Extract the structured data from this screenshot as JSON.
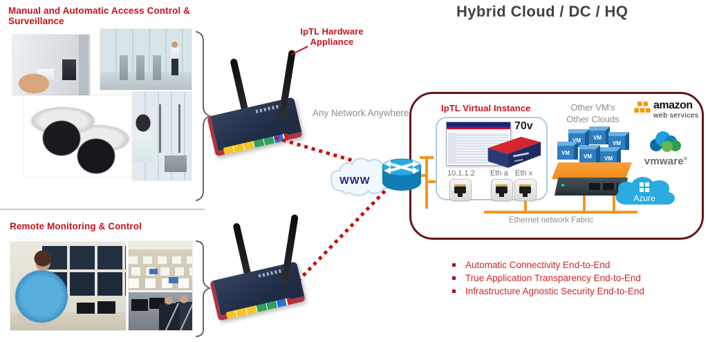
{
  "page_title": "Hybrid Cloud / DC / HQ",
  "left_top": {
    "heading": "Manual and Automatic Access Control & Surveillance"
  },
  "left_bottom": {
    "heading": "Remote Monitoring & Control"
  },
  "appliance": {
    "label": "IpTL Hardware Appliance"
  },
  "network": {
    "any_network": "Any Network Anywhere",
    "www": "WWW"
  },
  "cloud_box": {
    "virtual_instance": "IpTL Virtual Instance",
    "model": "70v",
    "ip": "10.1.1.2",
    "eth_a": "Eth a",
    "eth_x": "Eth x",
    "other_vms": "Other VM's",
    "other_clouds": "Other Clouds",
    "vm_label": "VM",
    "fabric": "Ethernet network Fabric"
  },
  "logos": {
    "amazon": "amazon",
    "aws_sub": "web services",
    "vmware": "vmware",
    "vmware_reg": "®",
    "azure": "Azure"
  },
  "bullets": [
    "Automatic Connectivity End-to-End",
    "True Application Transparency End-to-End",
    "Infrastructure Agnostic Security End-to-End"
  ],
  "icons": {
    "www_cloud": "www-cloud-icon",
    "cisco_router": "cisco-router-icon",
    "ethernet_port": "rj45-port-icon",
    "vm_cube": "vm-cube-icon",
    "aws_boxes": "aws-boxes-icon",
    "vmware_cloud": "vmware-cloud-icon",
    "azure_cloud": "azure-cloud-icon",
    "grouping_brace": "brace-icon"
  },
  "colors": {
    "accent_red": "#c9121b",
    "maroon_border": "#63141c",
    "orange_line": "#f79420",
    "gray_text": "#8c8c8c",
    "title_text": "#424242",
    "inner_border": "#a9c9ea",
    "dotted_link": "#c90f0f",
    "router_blue": "#2aa9e0",
    "vm_blue": "#2f7ec1",
    "azure_blue": "#2aabe2",
    "aws_orange": "#f79500"
  }
}
